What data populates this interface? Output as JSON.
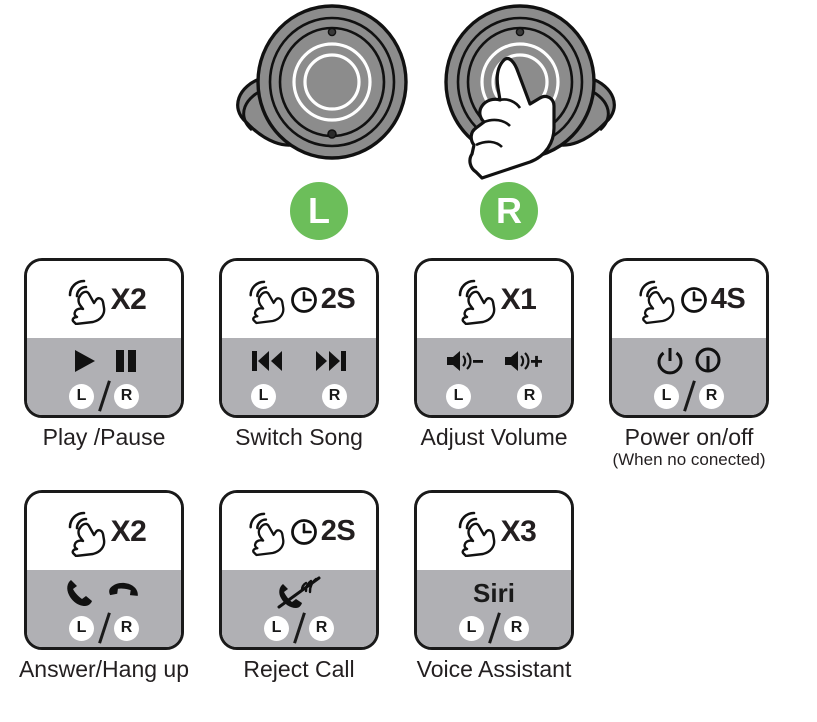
{
  "earbuds": {
    "left_label": "L",
    "right_label": "R",
    "accent_green": "#6cbe5a",
    "body_gray": "#8c8c8c",
    "hand_icon": "pointing-hand-icon"
  },
  "theme": {
    "card_border": "#1a1a1a",
    "card_bottom_gray": "#b0b0b4",
    "text": "#231f20"
  },
  "cards": [
    {
      "id": "play-pause",
      "gesture_icon": "touch-tap-icon",
      "timer_icon": "",
      "count": "X2",
      "actions": [
        "play-icon",
        "pause-icon"
      ],
      "assign": "L / R",
      "assign_left": "L",
      "assign_right": "R",
      "caption": "Play /Pause",
      "subcaption": ""
    },
    {
      "id": "switch-song",
      "gesture_icon": "touch-tap-icon",
      "timer_icon": "clock-icon",
      "count": "2S",
      "actions": [
        "previous-track-icon",
        "next-track-icon"
      ],
      "assign": "L   R",
      "assign_left": "L",
      "assign_right": "R",
      "caption": "Switch Song",
      "subcaption": ""
    },
    {
      "id": "adjust-volume",
      "gesture_icon": "touch-tap-icon",
      "timer_icon": "",
      "count": "X1",
      "actions": [
        "volume-down-icon",
        "volume-up-icon"
      ],
      "assign": "L   R",
      "assign_left": "L",
      "assign_right": "R",
      "caption": "Adjust Volume",
      "subcaption": ""
    },
    {
      "id": "power-on-off",
      "gesture_icon": "touch-tap-icon",
      "timer_icon": "clock-icon",
      "count": "4S",
      "actions": [
        "power-off-icon",
        "power-on-icon"
      ],
      "assign": "L / R",
      "assign_left": "L",
      "assign_right": "R",
      "caption": "Power on/off",
      "subcaption": "(When no conected)"
    },
    {
      "id": "answer-hang-up",
      "gesture_icon": "touch-tap-icon",
      "timer_icon": "",
      "count": "X2",
      "actions": [
        "phone-answer-icon",
        "phone-hangup-icon"
      ],
      "assign": "L / R",
      "assign_left": "L",
      "assign_right": "R",
      "caption": "Answer/Hang up",
      "subcaption": ""
    },
    {
      "id": "reject-call",
      "gesture_icon": "touch-tap-icon",
      "timer_icon": "clock-icon",
      "count": "2S",
      "actions": [
        "phone-reject-icon"
      ],
      "assign": "L / R",
      "assign_left": "L",
      "assign_right": "R",
      "caption": "Reject Call",
      "subcaption": ""
    },
    {
      "id": "voice-assistant",
      "gesture_icon": "touch-tap-icon",
      "timer_icon": "",
      "count": "X3",
      "actions": [
        "siri-word"
      ],
      "action_word": "Siri",
      "assign": "L / R",
      "assign_left": "L",
      "assign_right": "R",
      "caption": "Voice Assistant",
      "subcaption": ""
    }
  ]
}
